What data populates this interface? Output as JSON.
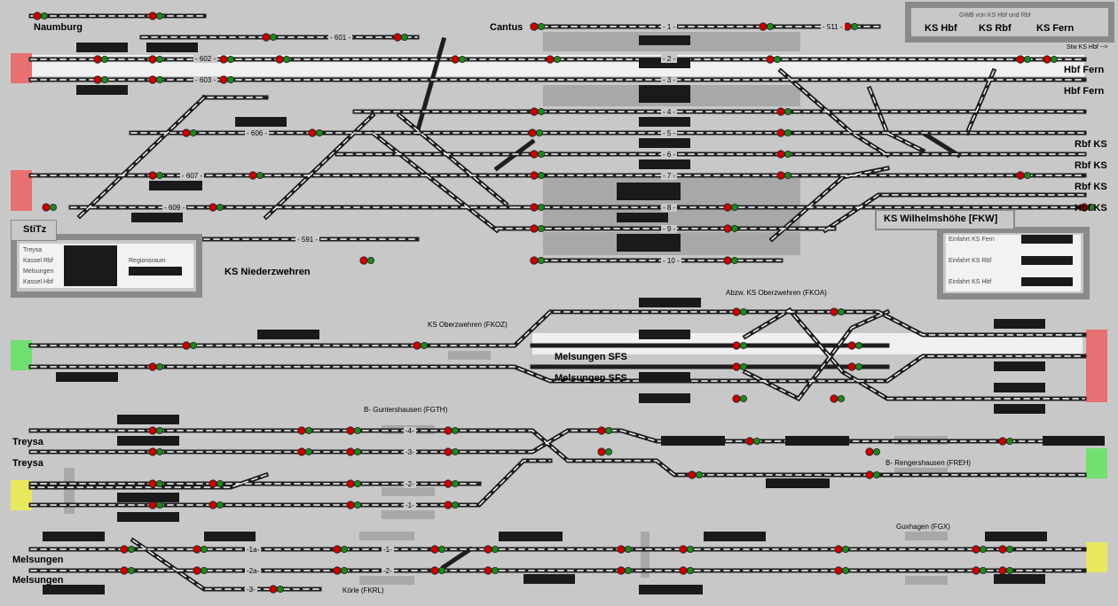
{
  "stations": {
    "naumburg": "Naumburg",
    "cantus": "Cantus",
    "stitz": "StiTz",
    "ks_niederzwehren": "KS Niederzwehren",
    "ks_wilhelmshoehe": "KS Wilhelmshöhe [FKW]",
    "hbf_fern_1": "Hbf Fern",
    "hbf_fern_2": "Hbf Fern",
    "rbf_ks_1": "Rbf KS",
    "rbf_ks_2": "Rbf KS",
    "rbf_ks_3": "Rbf KS",
    "hbf_ks": "Hbf KS",
    "melsungen_sfs_1": "Melsungen SFS",
    "melsungen_sfs_2": "Melsungen SFS",
    "treysa_1": "Treysa",
    "treysa_2": "Treysa",
    "melsungen_1": "Melsungen",
    "melsungen_2": "Melsungen"
  },
  "small_labels": {
    "ks_oberzwehren": "KS Oberzwehren (FKOZ)",
    "abzw_oberzwehren": "Abzw. KS Oberzwehren (FKOA)",
    "guntershausen": "B- Guntershausen (FGTH)",
    "rengershausen": "B- Rengershausen (FREH)",
    "guxhagen": "Guxhagen (FGX)",
    "koerle": "Körle (FKRL)",
    "stw_ks_hbf": "Stw KS Hbf -->"
  },
  "gwb_panel": {
    "title": "GWB von KS Hbf und Rbf",
    "ks_hbf": "KS Hbf",
    "ks_rbf": "KS Rbf",
    "ks_fern": "KS Fern"
  },
  "legend_panel": {
    "rows": [
      "Treysa",
      "Kassel Rbf",
      "Melsungen",
      "Kassel Hbf"
    ],
    "regionsraum": "Regionsraum"
  },
  "einfahrt_panel": {
    "rows": [
      "Einfahrt KS Fern",
      "Einfahrt KS Rbf",
      "Einfahrt KS Hbf"
    ]
  },
  "track_numbers": {
    "t601": "- 601 -",
    "t602": "- 602 -",
    "t603": "- 603 -",
    "t606": "- 606 -",
    "t607": "- 607 -",
    "t609": "- 609 -",
    "t591": "- 591 -",
    "t511": "- 511 -",
    "t1": "- 1 -",
    "t2": "- 2 -",
    "t3": "- 3 -",
    "t4": "- 4 -",
    "t5": "- 5 -",
    "t6": "- 6 -",
    "t7": "- 7 -",
    "t8": "- 8 -",
    "t9": "- 9 -",
    "t10": "- 10 -",
    "g4": "-4-",
    "g3": "-3-",
    "g2": "-2-",
    "g1": "-1-",
    "k1a": "-1a-",
    "k2a": "-2a-",
    "k3": "-3-",
    "k1": "-1-",
    "k2": "-2-"
  },
  "colors": {
    "background": "#c8c8c8",
    "track": "#1e1e1e",
    "track_dash": "#ffffff",
    "signal_red": "#cc0000",
    "signal_green": "#1a8a1a",
    "route_panel_gray": "#a8a8a8",
    "entry_red": "#e87070",
    "entry_green": "#70e070",
    "entry_yellow": "#e8e860"
  }
}
